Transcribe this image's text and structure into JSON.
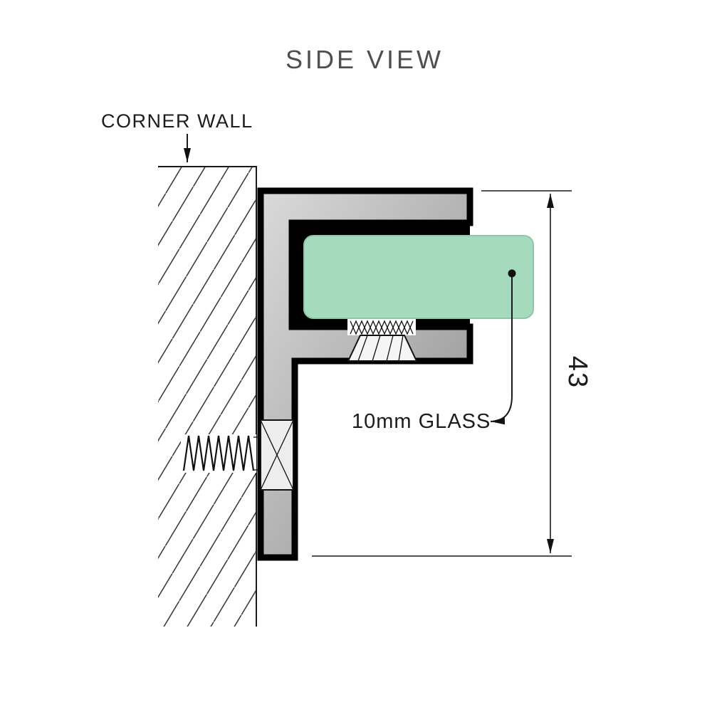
{
  "title": "SIDE VIEW",
  "labels": {
    "corner_wall": "CORNER WALL",
    "glass": "10mm GLASS",
    "dimension": "43"
  },
  "colors": {
    "glass_fill": "#a5dabd",
    "glass_edge": "#8cc7a8",
    "metal_light": "#dadada",
    "metal_dark": "#8e8e8e",
    "gasket": "#000000",
    "line": "#111111",
    "text_muted": "#4f4f4f",
    "text_dark": "#1c1c1c"
  }
}
